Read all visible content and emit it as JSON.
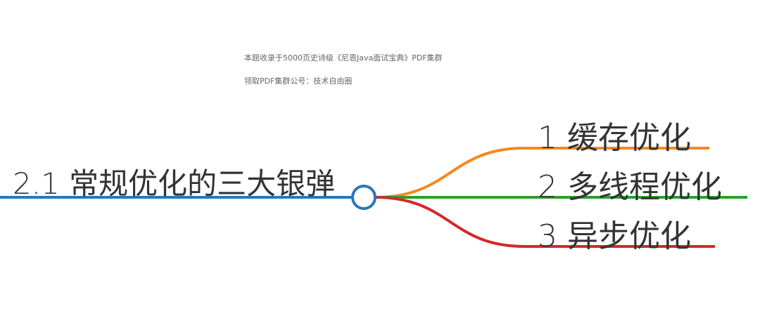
{
  "header": {
    "line1": "本题收录于5000页史诗级《尼恩Java面试宝典》PDF集群",
    "line2": "领取PDF集群公号：技术自由圈"
  },
  "mindmap": {
    "root": {
      "label": "2.1 常规优化的三大银弹",
      "color": "#2a78b8"
    },
    "branches": [
      {
        "label": "1 缓存优化",
        "color": "#f5891f"
      },
      {
        "label": "2 多线程优化",
        "color": "#2ca02c"
      },
      {
        "label": "3 异步优化",
        "color": "#d62728"
      }
    ]
  }
}
